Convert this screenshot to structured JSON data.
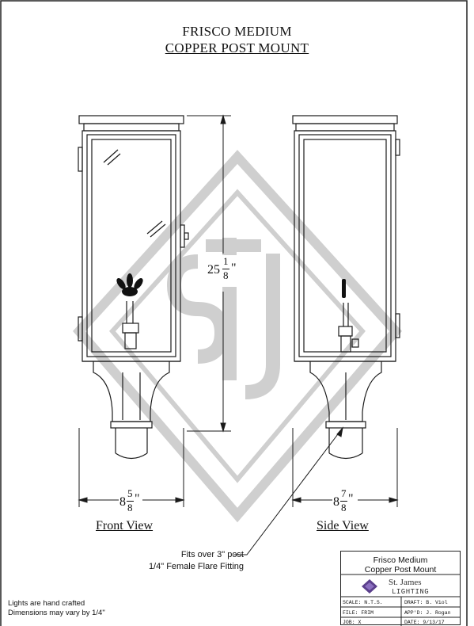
{
  "title": {
    "line1": "FRISCO MEDIUM",
    "line2": "COPPER POST MOUNT"
  },
  "views": {
    "front": "Front View",
    "side": "Side View"
  },
  "dimensions": {
    "height": {
      "whole": "25",
      "num": "1",
      "den": "8",
      "unit": "\""
    },
    "front_width": {
      "whole": "8",
      "num": "5",
      "den": "8",
      "unit": "\""
    },
    "side_width": {
      "whole": "8",
      "num": "7",
      "den": "8",
      "unit": "\""
    }
  },
  "notes": {
    "fits_over": "Fits over 3\" post",
    "fitting": "1/4\" Female Flare Fitting",
    "hand_crafted": "Lights are hand crafted",
    "dimensions_vary": "Dimensions may vary by 1/4\""
  },
  "title_block": {
    "name_line1": "Frisco Medium",
    "name_line2": "Copper Post Mount",
    "brand_line1": "St. James",
    "brand_line2": "LIGHTING",
    "logo_icon": "diamond-logo-icon",
    "scale": "SCALE: N.T.S.",
    "draft": "DRAFT: B. Viol",
    "file": "FILE: FRIM",
    "approved": "APP'D: J. Rogan",
    "job": "JOB:  X",
    "date": "DATE: 9/13/17"
  },
  "watermark": {
    "icon": "stj-monogram-icon"
  },
  "colors": {
    "line": "#1a1a1a",
    "watermark": "#c8c8c8",
    "logo": "#5b3f8c"
  }
}
